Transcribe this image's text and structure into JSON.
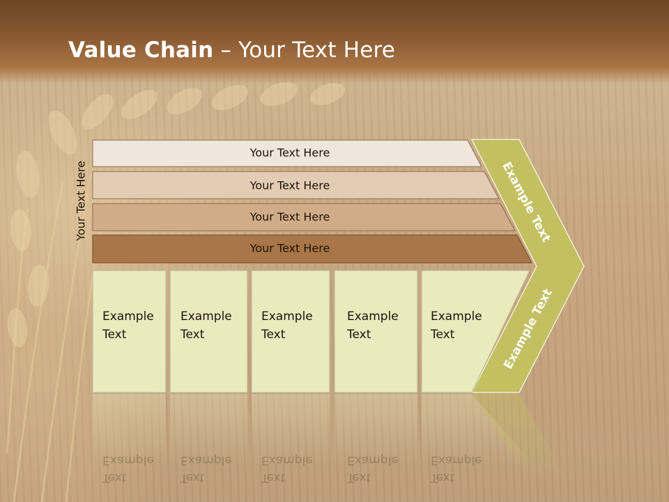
{
  "slide": {
    "title_bold": "Value Chain",
    "title_rest": " – Your Text Here",
    "side_label": "Your Text Here"
  },
  "bars": [
    {
      "label": "Your Text Here",
      "color": "#efe6dc"
    },
    {
      "label": "Your Text Here",
      "color": "#e3ccb4"
    },
    {
      "label": "Your Text Here",
      "color": "#d1ac88"
    },
    {
      "label": "Your Text Here",
      "color": "#a87648"
    }
  ],
  "chevron": {
    "upper_label": "Example Text",
    "lower_label": "Example Text",
    "color": "#c3c062"
  },
  "boxes": [
    {
      "line1": "Example",
      "line2": "Text"
    },
    {
      "line1": "Example",
      "line2": "Text"
    },
    {
      "line1": "Example",
      "line2": "Text"
    },
    {
      "line1": "Example",
      "line2": "Text"
    },
    {
      "line1": "Example",
      "line2": "Text"
    }
  ],
  "colors": {
    "header_brown": "#8a5a32",
    "box_fill": "#eaeabf",
    "box_border": "#bdb996"
  }
}
